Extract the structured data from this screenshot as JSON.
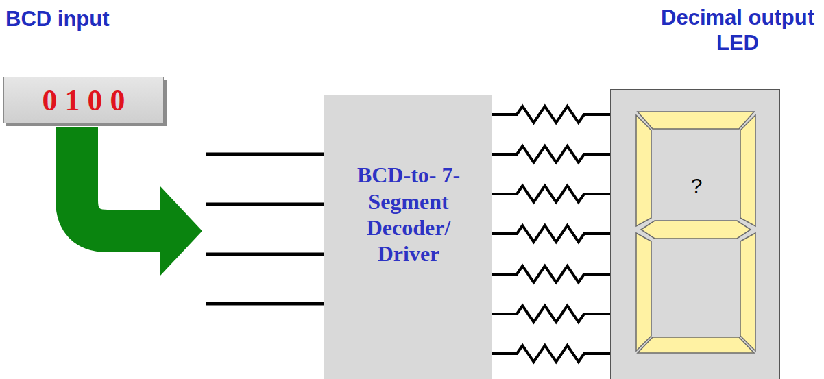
{
  "diagram": {
    "nodes": [
      {
        "text": [
          "BCD input",
          "0 1 0 0"
        ]
      },
      {
        "text": [
          "BCD-to- 7-Segment Decoder/ Driver"
        ]
      },
      {
        "text": [
          "Decimal output LED",
          "?"
        ]
      }
    ],
    "edges": [
      {
        "from": 0,
        "to": 1,
        "arrow": "to"
      },
      {
        "from": 1,
        "to": 2,
        "arrow": "none"
      },
      {
        "from": 1,
        "to": 2,
        "arrow": "none"
      },
      {
        "from": 1,
        "to": 2,
        "arrow": "none"
      },
      {
        "from": 1,
        "to": 2,
        "arrow": "none"
      },
      {
        "from": 1,
        "to": 2,
        "arrow": "none"
      },
      {
        "from": 1,
        "to": 2,
        "arrow": "none"
      },
      {
        "from": 1,
        "to": 2,
        "arrow": "none"
      }
    ]
  }
}
